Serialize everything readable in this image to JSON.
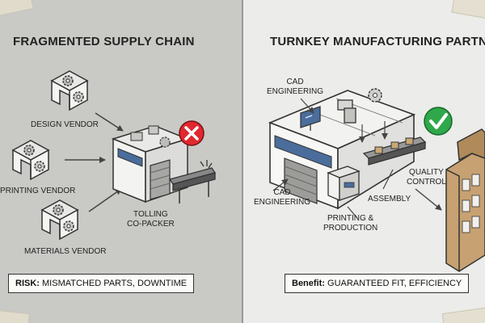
{
  "left": {
    "title": "FRAGMENTED SUPPLY CHAIN",
    "vendors": [
      "DESIGN VENDOR",
      "PRINTING VENDOR",
      "MATERIALS VENDOR"
    ],
    "packer_label_line1": "TOLLING",
    "packer_label_line2": "CO-PACKER",
    "status_icon": "x-icon",
    "callout_key": "RISK:",
    "callout_value": "MISMATCHED PARTS, DOWNTIME"
  },
  "right": {
    "title": "TURNKEY MANUFACTURING PARTNER",
    "labels": {
      "cad_top_line1": "CAD",
      "cad_top_line2": "ENGINEERING",
      "cad_left_line1": "CAD",
      "cad_left_line2": "ENGINEERING",
      "printing_line1": "PRINTING &",
      "printing_line2": "PRODUCTION",
      "assembly": "ASSEMBLY",
      "quality_line1": "QUALITY",
      "quality_line2": "CONTROL"
    },
    "status_icon": "check-icon",
    "callout_key": "Benefit:",
    "callout_value": "GUARANTEED FIT, EFFICIENCY"
  },
  "colors": {
    "fail": "#e0282e",
    "success": "#2ea84a",
    "building_blue": "#4a6d9c",
    "cardboard": "#b08a5a"
  }
}
